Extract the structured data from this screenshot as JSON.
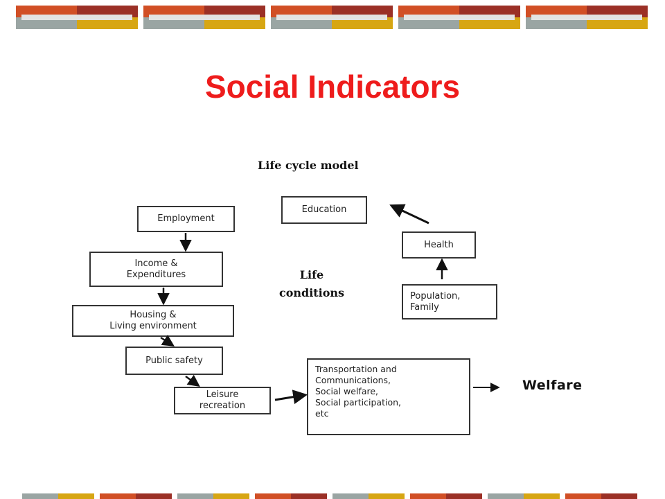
{
  "slide": {
    "title": "Social Indicators"
  },
  "diagram": {
    "model_title": "Life cycle model",
    "center_label": "Life\nconditions",
    "outcome_label": "Welfare",
    "boxes": {
      "employment": "Employment",
      "income": "Income &\nExpenditures",
      "housing": "Housing &\nLiving environment",
      "public_safety": "Public safety",
      "leisure": "Leisure\nrecreation",
      "transportation": "Transportation and\nCommunications,\nSocial welfare,\nSocial participation,\netc",
      "education": "Education",
      "health": "Health",
      "population": "Population,\nFamily"
    }
  },
  "colors": {
    "title": "#ee1c1c",
    "banner_orange": "#d14f25",
    "banner_maroon": "#9b3026",
    "banner_gray": "#9aa5a3",
    "banner_gold": "#d7a613"
  }
}
